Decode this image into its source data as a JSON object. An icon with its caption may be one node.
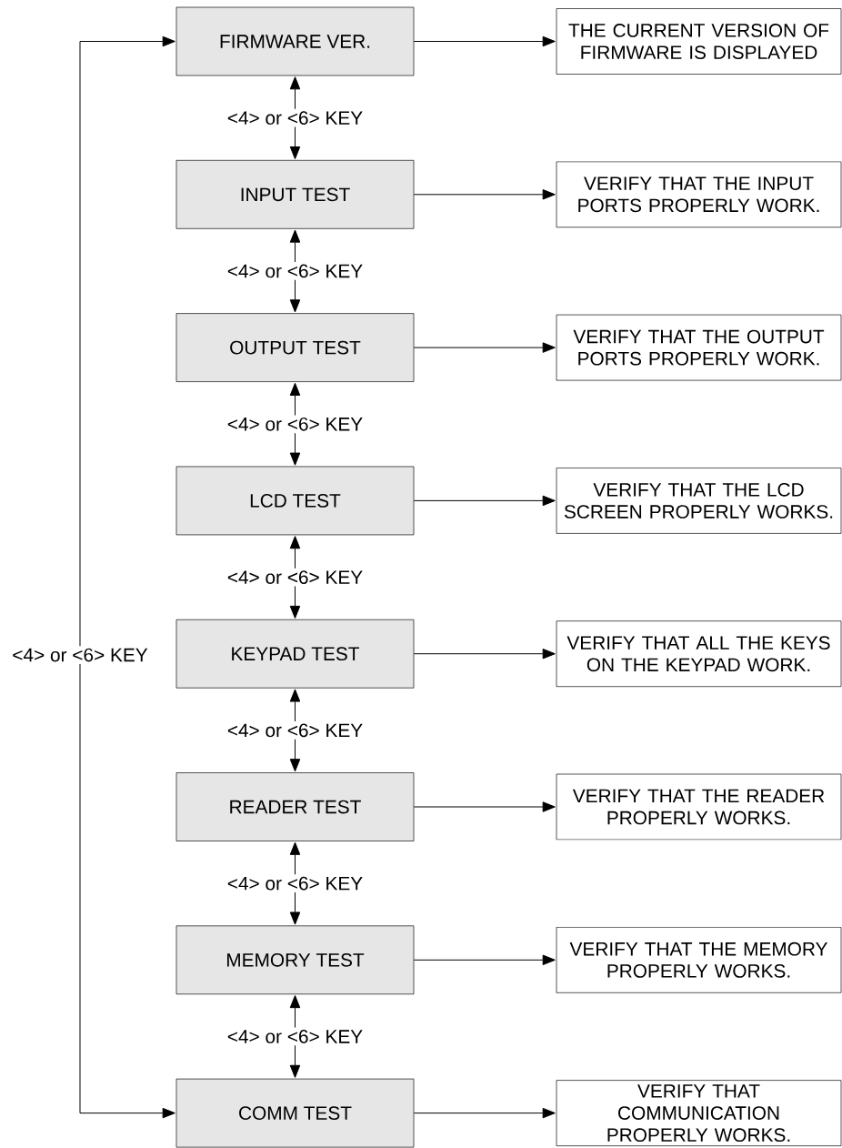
{
  "diagram": {
    "nodes": [
      {
        "text": [
          "FIRMWARE VER."
        ]
      },
      {
        "text": [
          "THE CURRENT VERSION OF FIRMWARE IS DISPLAYED"
        ]
      },
      {
        "text": [
          "INPUT TEST"
        ]
      },
      {
        "text": [
          "VERIFY THAT THE INPUT PORTS PROPERLY WORK."
        ]
      },
      {
        "text": [
          "OUTPUT TEST"
        ]
      },
      {
        "text": [
          "VERIFY THAT THE OUTPUT PORTS PROPERLY WORK."
        ]
      },
      {
        "text": [
          "LCD TEST"
        ]
      },
      {
        "text": [
          "VERIFY THAT THE LCD SCREEN PROPERLY WORKS."
        ]
      },
      {
        "text": [
          "KEYPAD TEST"
        ]
      },
      {
        "text": [
          "VERIFY THAT ALL THE KEYS ON THE KEYPAD WORK."
        ]
      },
      {
        "text": [
          "READER TEST"
        ]
      },
      {
        "text": [
          "VERIFY THAT THE READER PROPERLY WORKS."
        ]
      },
      {
        "text": [
          "MEMORY TEST"
        ]
      },
      {
        "text": [
          "VERIFY THAT THE MEMORY PROPERLY WORKS."
        ]
      },
      {
        "text": [
          "COMM TEST"
        ]
      },
      {
        "text": [
          "VERIFY THAT COMMUNICATION PROPERLY WORKS."
        ]
      }
    ],
    "edges": [
      {
        "from": 0,
        "to": 1,
        "arrow": "to"
      },
      {
        "from": 0,
        "to": 2,
        "arrow": "both",
        "label": "<4> or <6> KEY"
      },
      {
        "from": 2,
        "to": 3,
        "arrow": "to"
      },
      {
        "from": 2,
        "to": 4,
        "arrow": "both",
        "label": "<4> or <6> KEY"
      },
      {
        "from": 4,
        "to": 5,
        "arrow": "to"
      },
      {
        "from": 4,
        "to": 6,
        "arrow": "both",
        "label": "<4> or <6> KEY"
      },
      {
        "from": 6,
        "to": 7,
        "arrow": "to"
      },
      {
        "from": 6,
        "to": 8,
        "arrow": "both",
        "label": "<4> or <6> KEY"
      },
      {
        "from": 8,
        "to": 9,
        "arrow": "to"
      },
      {
        "from": 8,
        "to": 10,
        "arrow": "both",
        "label": "<4> or <6> KEY"
      },
      {
        "from": 10,
        "to": 11,
        "arrow": "to"
      },
      {
        "from": 10,
        "to": 12,
        "arrow": "both",
        "label": "<4> or <6> KEY"
      },
      {
        "from": 12,
        "to": 13,
        "arrow": "to"
      },
      {
        "from": 12,
        "to": 14,
        "arrow": "both",
        "label": "<4> or <6> KEY"
      },
      {
        "from": 14,
        "to": 15,
        "arrow": "to"
      },
      {
        "from": 14,
        "to": 0,
        "arrow": "both",
        "label": "<4> or <6> KEY"
      }
    ]
  }
}
